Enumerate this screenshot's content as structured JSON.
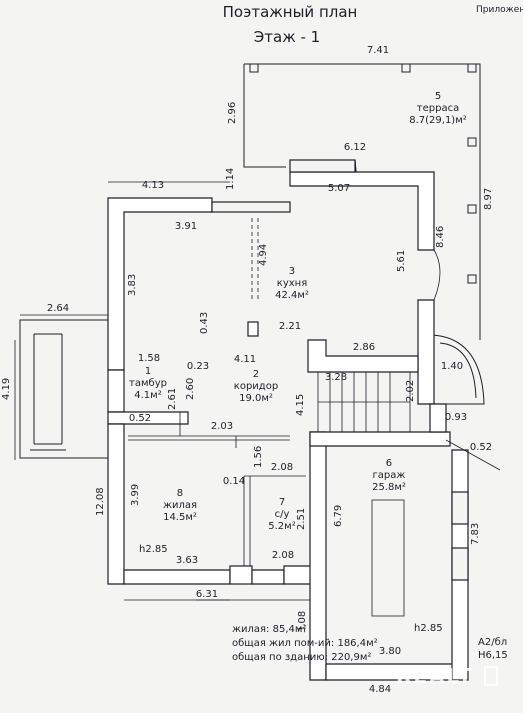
{
  "header": {
    "title_line1": "Поэтажный план",
    "title_line2": "Этаж  - 1",
    "corner": "Приложени"
  },
  "rooms": [
    {
      "num": "5",
      "name": "терраса",
      "area": "8.7(29,1)м²"
    },
    {
      "num": "3",
      "name": "кухня",
      "area": "42.4м²"
    },
    {
      "num": "1",
      "name": "тамбур",
      "area": "4.1м²"
    },
    {
      "num": "2",
      "name": "коридор",
      "area": "19.0м²"
    },
    {
      "num": "8",
      "name": "жилая",
      "area": "14.5м²"
    },
    {
      "num": "7",
      "name": "с/у",
      "area": "5.2м²"
    },
    {
      "num": "6",
      "name": "гараж",
      "area": "25.8м²"
    }
  ],
  "dims": {
    "d741": "7.41",
    "d296": "2.96",
    "d612": "6.12",
    "d114": "1.14",
    "d413": "4.13",
    "d507": "5.07",
    "d897": "8.97",
    "d846": "8.46",
    "d391": "3.91",
    "d494": "4.94",
    "d561": "5.61",
    "d383": "3.83",
    "d264": "2.64",
    "d043": "0.43",
    "d221": "2.21",
    "d286": "2.86",
    "d419": "4.19",
    "d158": "1.58",
    "d023": "0.23",
    "d411": "4.11",
    "d140": "1.40",
    "d328": "3.28",
    "d261": "2.61",
    "d260": "2.60",
    "d202": "2.02",
    "d415": "4.15",
    "d093": "0.93",
    "d052a": "0.52",
    "d203": "2.03",
    "d052b": "0.52",
    "d156": "1.56",
    "d208a": "2.08",
    "d014": "0.14",
    "d1208": "12.08",
    "d399": "3.99",
    "d679": "6.79",
    "d783": "7.83",
    "d251": "2.51",
    "d285a": "h2.85",
    "d363": "3.63",
    "d208b": "2.08",
    "d631": "6.31",
    "d308": "3.08",
    "d285b": "h2.85",
    "d380": "3.80",
    "d484": "4.84"
  },
  "summary": {
    "line1": "жилая: 85,4м²",
    "line2": "общая жил пом-ий: 186,4м²",
    "line3": "общая по зданию:  220,9м²"
  },
  "stamp": {
    "line1": "A2/бл",
    "line2": "H6,15"
  },
  "watermark": "REALT",
  "colors": {
    "wall": "#ffffff",
    "line": "#1e1e2a",
    "paper": "#f4f4f2"
  }
}
